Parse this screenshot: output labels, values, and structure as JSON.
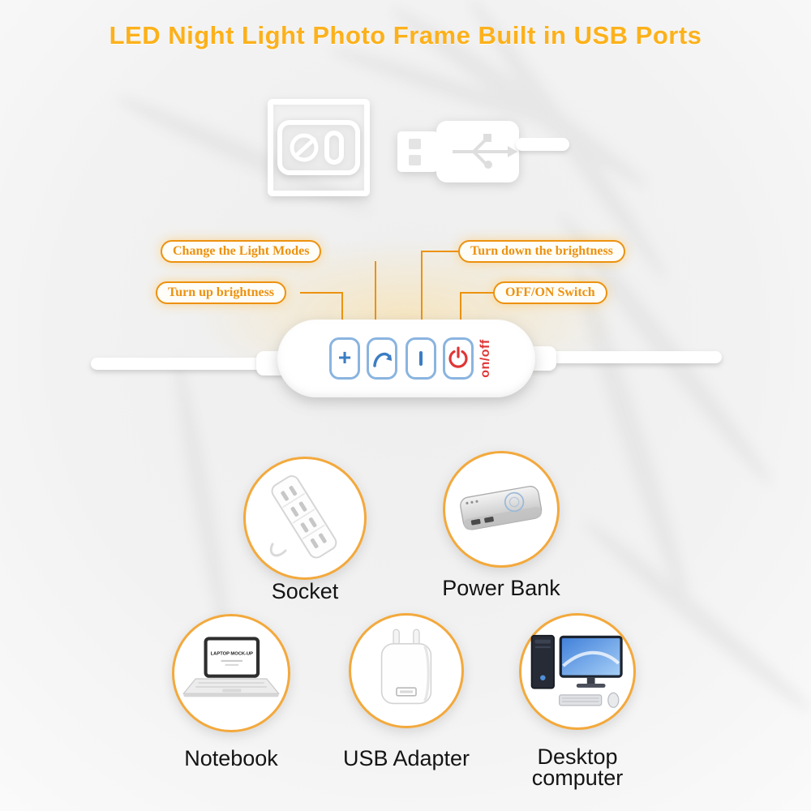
{
  "title": "LED Night Light Photo Frame Built in USB Ports",
  "callouts": {
    "change_modes": "Change the Light Modes",
    "turn_down": "Turn down the brightness",
    "turn_up": "Turn up brightness",
    "off_on": "OFF/ON Switch"
  },
  "controller": {
    "on_off_label": "on/off",
    "buttons": [
      {
        "name": "brightness-up-button",
        "glyph": "+",
        "icon": "plus-icon"
      },
      {
        "name": "light-mode-button",
        "icon": "curved-arrow-icon"
      },
      {
        "name": "brightness-down-button",
        "icon": "minus-bar-icon"
      },
      {
        "name": "power-button",
        "icon": "power-icon"
      }
    ]
  },
  "usb": {
    "port_icon": "usb-port-icon",
    "plug_icon": "usb-plug-icon"
  },
  "devices": [
    {
      "label": "Socket",
      "icon": "power-strip-icon"
    },
    {
      "label": "Power Bank",
      "icon": "power-bank-icon"
    },
    {
      "label": "Notebook",
      "icon": "laptop-icon",
      "screen_text": "LAPTOP MOCK-UP"
    },
    {
      "label": "USB Adapter",
      "icon": "usb-wall-charger-icon"
    },
    {
      "label": "Desktop computer",
      "icon": "desktop-pc-icon"
    }
  ],
  "colors": {
    "title_gold": "#FCB11B",
    "callout_orange": "#EC9210",
    "button_blue": "#3B7DC4",
    "button_border_blue": "#8AB4E0",
    "power_red": "#E03535",
    "circle_gold": "#F3A93C"
  }
}
